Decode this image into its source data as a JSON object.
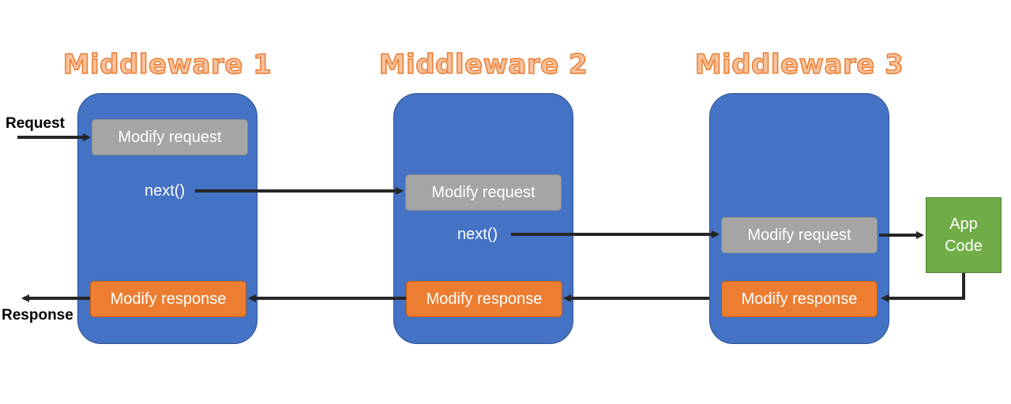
{
  "middlewares": [
    {
      "title": "Middleware 1",
      "request_label": "Modify request",
      "next_label": "next()",
      "response_label": "Modify response"
    },
    {
      "title": "Middleware 2",
      "request_label": "Modify request",
      "next_label": "next()",
      "response_label": "Modify response"
    },
    {
      "title": "Middleware 3",
      "request_label": "Modify request",
      "response_label": "Modify response"
    }
  ],
  "app": {
    "line1": "App",
    "line2": "Code"
  },
  "request_label": "Request",
  "response_label": "Response",
  "colors": {
    "middleware_fill": "#4472c4",
    "request_fill": "#a5a5a5",
    "response_fill": "#ed7d31",
    "app_fill": "#70ad47",
    "title_fill": "#f7c19b",
    "title_stroke": "#ed7d31",
    "arrow": "#262626"
  }
}
